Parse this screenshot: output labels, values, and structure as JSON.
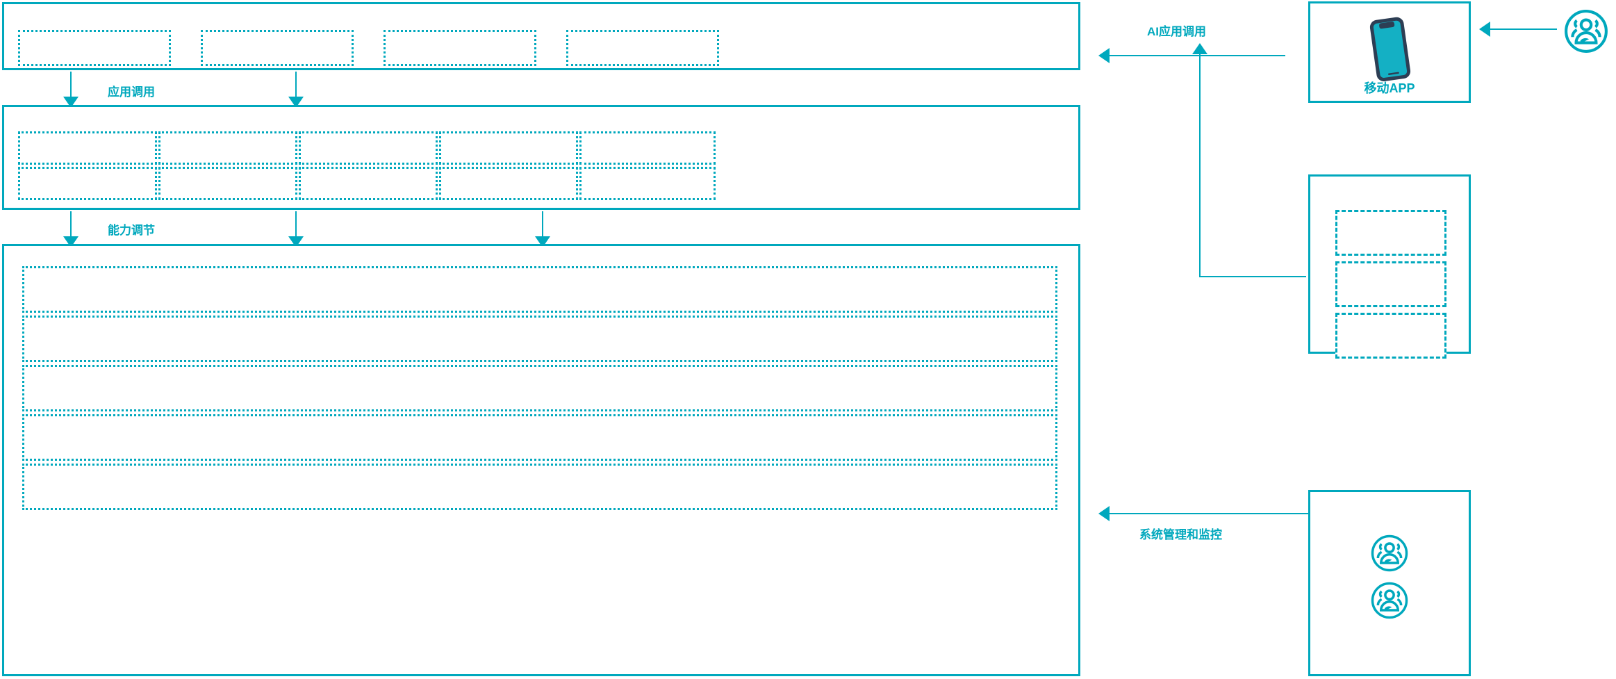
{
  "theme": {
    "accent": "#00a8bd",
    "device_frame": "#2d3e54",
    "device_screen": "#14b0c4",
    "background": "#ffffff"
  },
  "diagram": {
    "title": "",
    "type": "layered-architecture"
  },
  "layers": {
    "application_layer": {
      "name": "application-layer",
      "boxes": [
        {
          "label": ""
        },
        {
          "label": ""
        },
        {
          "label": ""
        },
        {
          "label": ""
        }
      ]
    },
    "capability_layer": {
      "name": "capability-layer",
      "boxes": [
        {
          "label": ""
        },
        {
          "label": ""
        },
        {
          "label": ""
        },
        {
          "label": ""
        },
        {
          "label": ""
        },
        {
          "label": ""
        },
        {
          "label": ""
        },
        {
          "label": ""
        },
        {
          "label": ""
        },
        {
          "label": ""
        }
      ]
    },
    "platform_layer": {
      "name": "platform-layer",
      "rows": [
        {
          "label": ""
        },
        {
          "label": ""
        },
        {
          "label": ""
        },
        {
          "label": ""
        },
        {
          "label": ""
        }
      ]
    }
  },
  "connectors": {
    "app_invoke": {
      "label": "应用调用"
    },
    "capability_adjust": {
      "label": "能力调节"
    },
    "ai_app_invoke": {
      "label": "AI应用调用"
    },
    "system_manage_monitor": {
      "label": "系统管理和监控"
    }
  },
  "right_panels": {
    "mobile_app": {
      "name": "mobile-app-panel",
      "caption": "移动APP",
      "icon": "smartphone-icon"
    },
    "sub_panel": {
      "name": "secondary-channel-panel",
      "boxes": [
        {
          "label": ""
        },
        {
          "label": ""
        },
        {
          "label": ""
        }
      ]
    },
    "ops_panel": {
      "name": "operations-panel",
      "icons": [
        {
          "icon": "users-icon",
          "label": ""
        },
        {
          "icon": "users-icon",
          "label": ""
        }
      ]
    }
  },
  "actors": {
    "external_user": {
      "icon": "users-icon",
      "label": ""
    }
  }
}
